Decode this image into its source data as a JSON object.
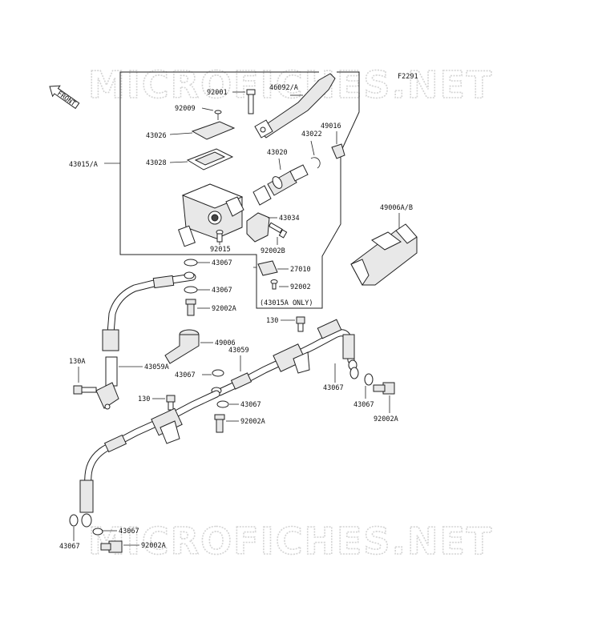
{
  "diagram": {
    "code": "F2291",
    "front_label": "FRONT",
    "watermark": "MICROFICHES.NET",
    "note": "(43015A ONLY)",
    "labels": {
      "p92001": "92001",
      "p46092A": "46092/A",
      "p92009": "92009",
      "p43026": "43026",
      "p43022": "43022",
      "p49016": "49016",
      "p43015A": "43015/A",
      "p43020": "43020",
      "p43028": "43028",
      "p43034": "43034",
      "p49006AB": "49006A/B",
      "p92015": "92015",
      "p92002B": "92002B",
      "p43067a": "43067",
      "p27010": "27010",
      "p92002": "92002",
      "p43067b": "43067",
      "p92002Aa": "92002A",
      "p130a": "130",
      "p49006": "49006",
      "p43059": "43059",
      "p130A": "130A",
      "p43059A": "43059A",
      "p43067c": "43067",
      "p43067d": "43067",
      "p130b": "130",
      "p43067e": "43067",
      "p43067f": "43067",
      "p92002Ab": "92002A",
      "p92002Ac": "92002A",
      "p43067g": "43067",
      "p43067h": "43067",
      "p92002Ad": "92002A"
    }
  }
}
